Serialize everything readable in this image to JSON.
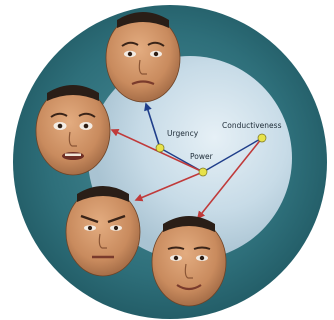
{
  "diagram": {
    "axes": [
      {
        "id": "urgency",
        "label": "Urgency"
      },
      {
        "id": "power",
        "label": "Power"
      },
      {
        "id": "conductiveness",
        "label": "Conductiveness"
      }
    ],
    "faces": [
      {
        "id": "face-top",
        "expression": "worried"
      },
      {
        "id": "face-upper-left",
        "expression": "fearful"
      },
      {
        "id": "face-lower-left",
        "expression": "angry"
      },
      {
        "id": "face-bottom",
        "expression": "pleased"
      }
    ],
    "colors": {
      "outer_ring": "#2e6f7a",
      "inner_disc": "#c7dbe7",
      "blue_line": "#1f3e8a",
      "red_line": "#c03a3a",
      "node": "#e7e24a",
      "skin": "#c98b5e"
    }
  }
}
